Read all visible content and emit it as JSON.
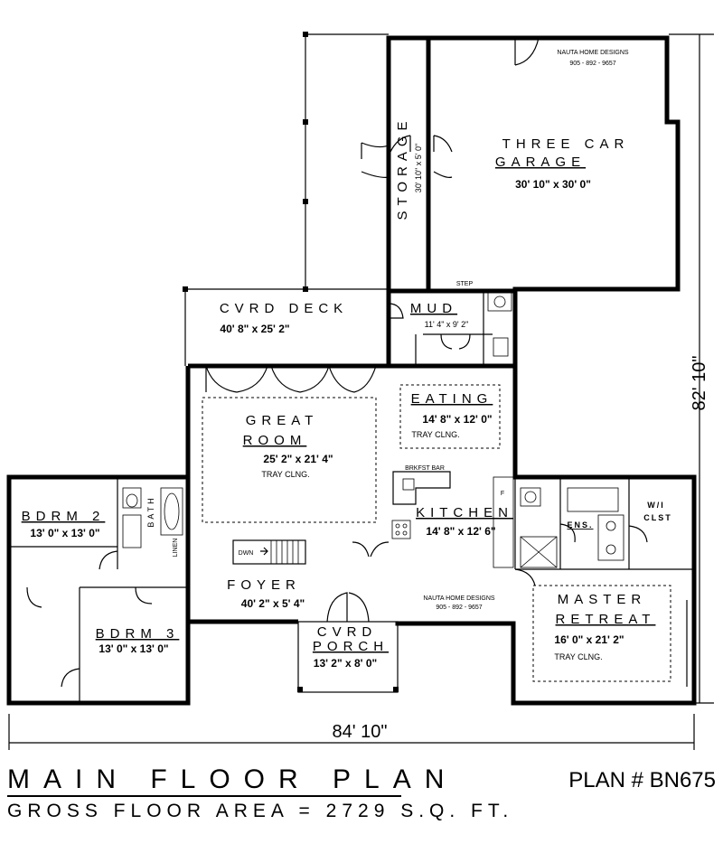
{
  "plan_title": "MAIN FLOOR PLAN",
  "gross_area": "GROSS FLOOR AREA = 2729 S.Q. FT.",
  "plan_number": "PLAN # BN675",
  "designer": {
    "name": "NAUTA HOME DESIGNS",
    "phone": "905 - 892 - 9657"
  },
  "overall_dims": {
    "width": "84' 10\"",
    "depth": "82' 10\""
  },
  "rooms": {
    "garage": {
      "name_line1": "THREE CAR",
      "name_line2": "GARAGE",
      "dims": "30' 10\" x 30' 0\""
    },
    "storage": {
      "name": "STORAGE",
      "dims": "30' 10\" x 5' 0\""
    },
    "deck": {
      "name": "CVRD DECK",
      "dims": "40' 8\" x 25' 2\""
    },
    "mud": {
      "name": "MUD",
      "dims": "11' 4\" x 9' 2\"",
      "step": "STEP"
    },
    "eating": {
      "name": "EATING",
      "dims": "14' 8\" x 12' 0\"",
      "note": "TRAY CLNG."
    },
    "great": {
      "name_line1": "GREAT",
      "name_line2": "ROOM",
      "dims": "25' 2\" x 21' 4\"",
      "note": "TRAY CLNG."
    },
    "kitchen": {
      "name": "KITCHEN",
      "dims": "14' 8\" x 12' 6\"",
      "bar": "BRKFST BAR",
      "fridge": "F"
    },
    "bdrm2": {
      "name": "BDRM 2",
      "dims": "13' 0\" x 13' 0\""
    },
    "bath": {
      "name": "BATH",
      "linen": "LINEN"
    },
    "bdrm3": {
      "name": "BDRM 3",
      "dims": "13' 0\" x 13' 0\""
    },
    "foyer": {
      "name": "FOYER",
      "dims": "40' 2\" x 5' 4\"",
      "stair": "DWN"
    },
    "porch": {
      "name_line1": "CVRD",
      "name_line2": "PORCH",
      "dims": "13' 2\" x 8' 0\""
    },
    "ens": {
      "name": "ENS."
    },
    "wic": {
      "name_line1": "W/I",
      "name_line2": "CLST"
    },
    "master": {
      "name_line1": "MASTER",
      "name_line2": "RETREAT",
      "dims": "16' 0\" x 21' 2\"",
      "note": "TRAY CLNG."
    }
  }
}
